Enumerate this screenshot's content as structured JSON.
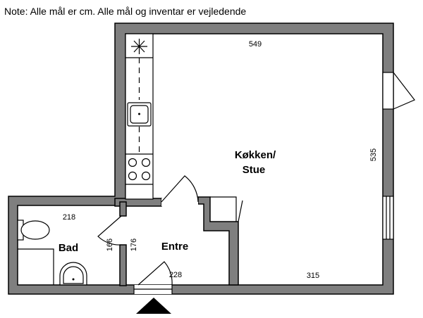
{
  "note": "Note: Alle mål er cm. Alle mål og inventar er vejledende",
  "rooms": {
    "kitchen_line1": "Køkken/",
    "kitchen_line2": "Stue",
    "bath": "Bad",
    "entrance": "Entre"
  },
  "dimensions": {
    "top": "549",
    "right": "535",
    "bottom": "315",
    "bath_width": "218",
    "bath_height": "166",
    "entrance_height": "176",
    "entrance_width": "228"
  },
  "colors": {
    "wall": "#7f7f7f",
    "line": "#000000",
    "background": "#ffffff"
  },
  "icons": [
    "entrance-arrow-icon",
    "extractor-hood-icon",
    "sink-icon",
    "stove-icon",
    "toilet-icon",
    "washbasin-icon"
  ]
}
